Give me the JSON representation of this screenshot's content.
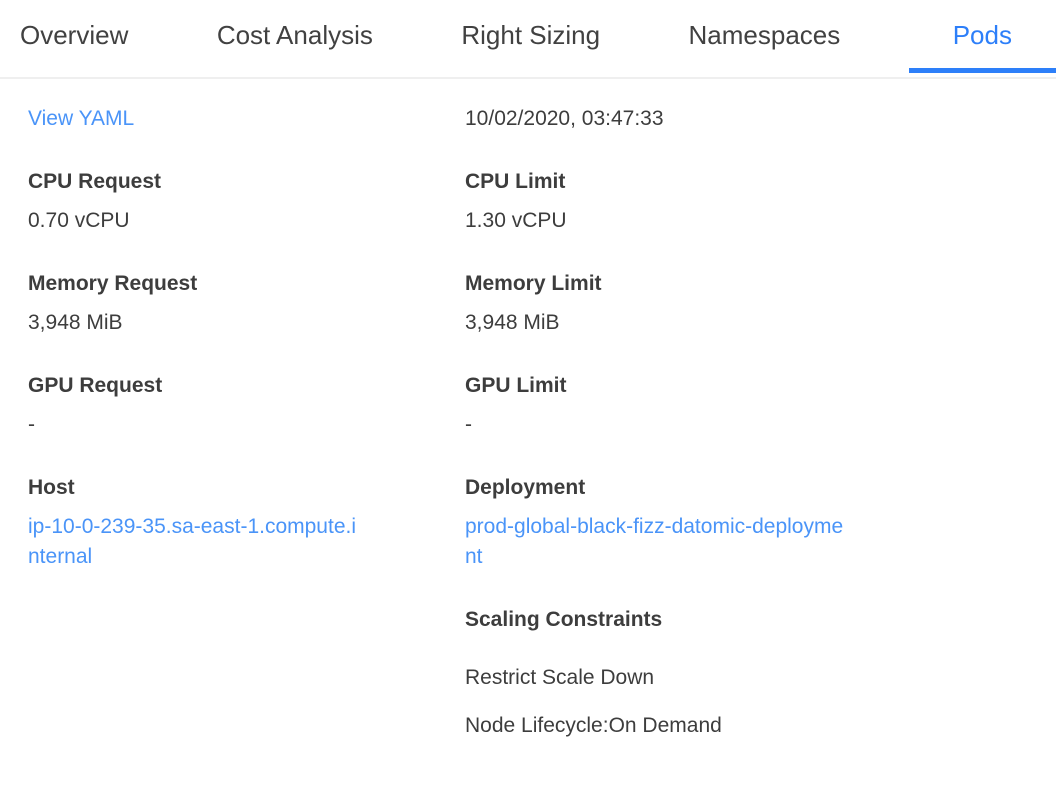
{
  "tabs": {
    "items": [
      {
        "label": "Overview",
        "active": false
      },
      {
        "label": "Cost Analysis",
        "active": false
      },
      {
        "label": "Right Sizing",
        "active": false
      },
      {
        "label": "Namespaces",
        "active": false
      },
      {
        "label": "Pods",
        "active": true
      }
    ]
  },
  "details": {
    "view_yaml_label": "View YAML",
    "timestamp": "10/02/2020, 03:47:33",
    "fields": {
      "cpu_request": {
        "label": "CPU Request",
        "value": "0.70 vCPU"
      },
      "cpu_limit": {
        "label": "CPU Limit",
        "value": "1.30 vCPU"
      },
      "memory_request": {
        "label": "Memory Request",
        "value": "3,948 MiB"
      },
      "memory_limit": {
        "label": "Memory Limit",
        "value": "3,948 MiB"
      },
      "gpu_request": {
        "label": "GPU Request",
        "value": "-"
      },
      "gpu_limit": {
        "label": "GPU Limit",
        "value": "-"
      },
      "host": {
        "label": "Host",
        "value": "ip-10-0-239-35.sa-east-1.compute.internal"
      },
      "deployment": {
        "label": "Deployment",
        "value": "prod-global-black-fizz-datomic-deployment"
      }
    },
    "scaling_constraints": {
      "label": "Scaling Constraints",
      "items": [
        "Restrict Scale Down",
        "Node Lifecycle:On Demand"
      ]
    }
  },
  "colors": {
    "accent_blue": "#2d7ff9",
    "link_blue": "#4a94f8",
    "text_dark": "#3d3d3d",
    "divider": "#efefef"
  }
}
